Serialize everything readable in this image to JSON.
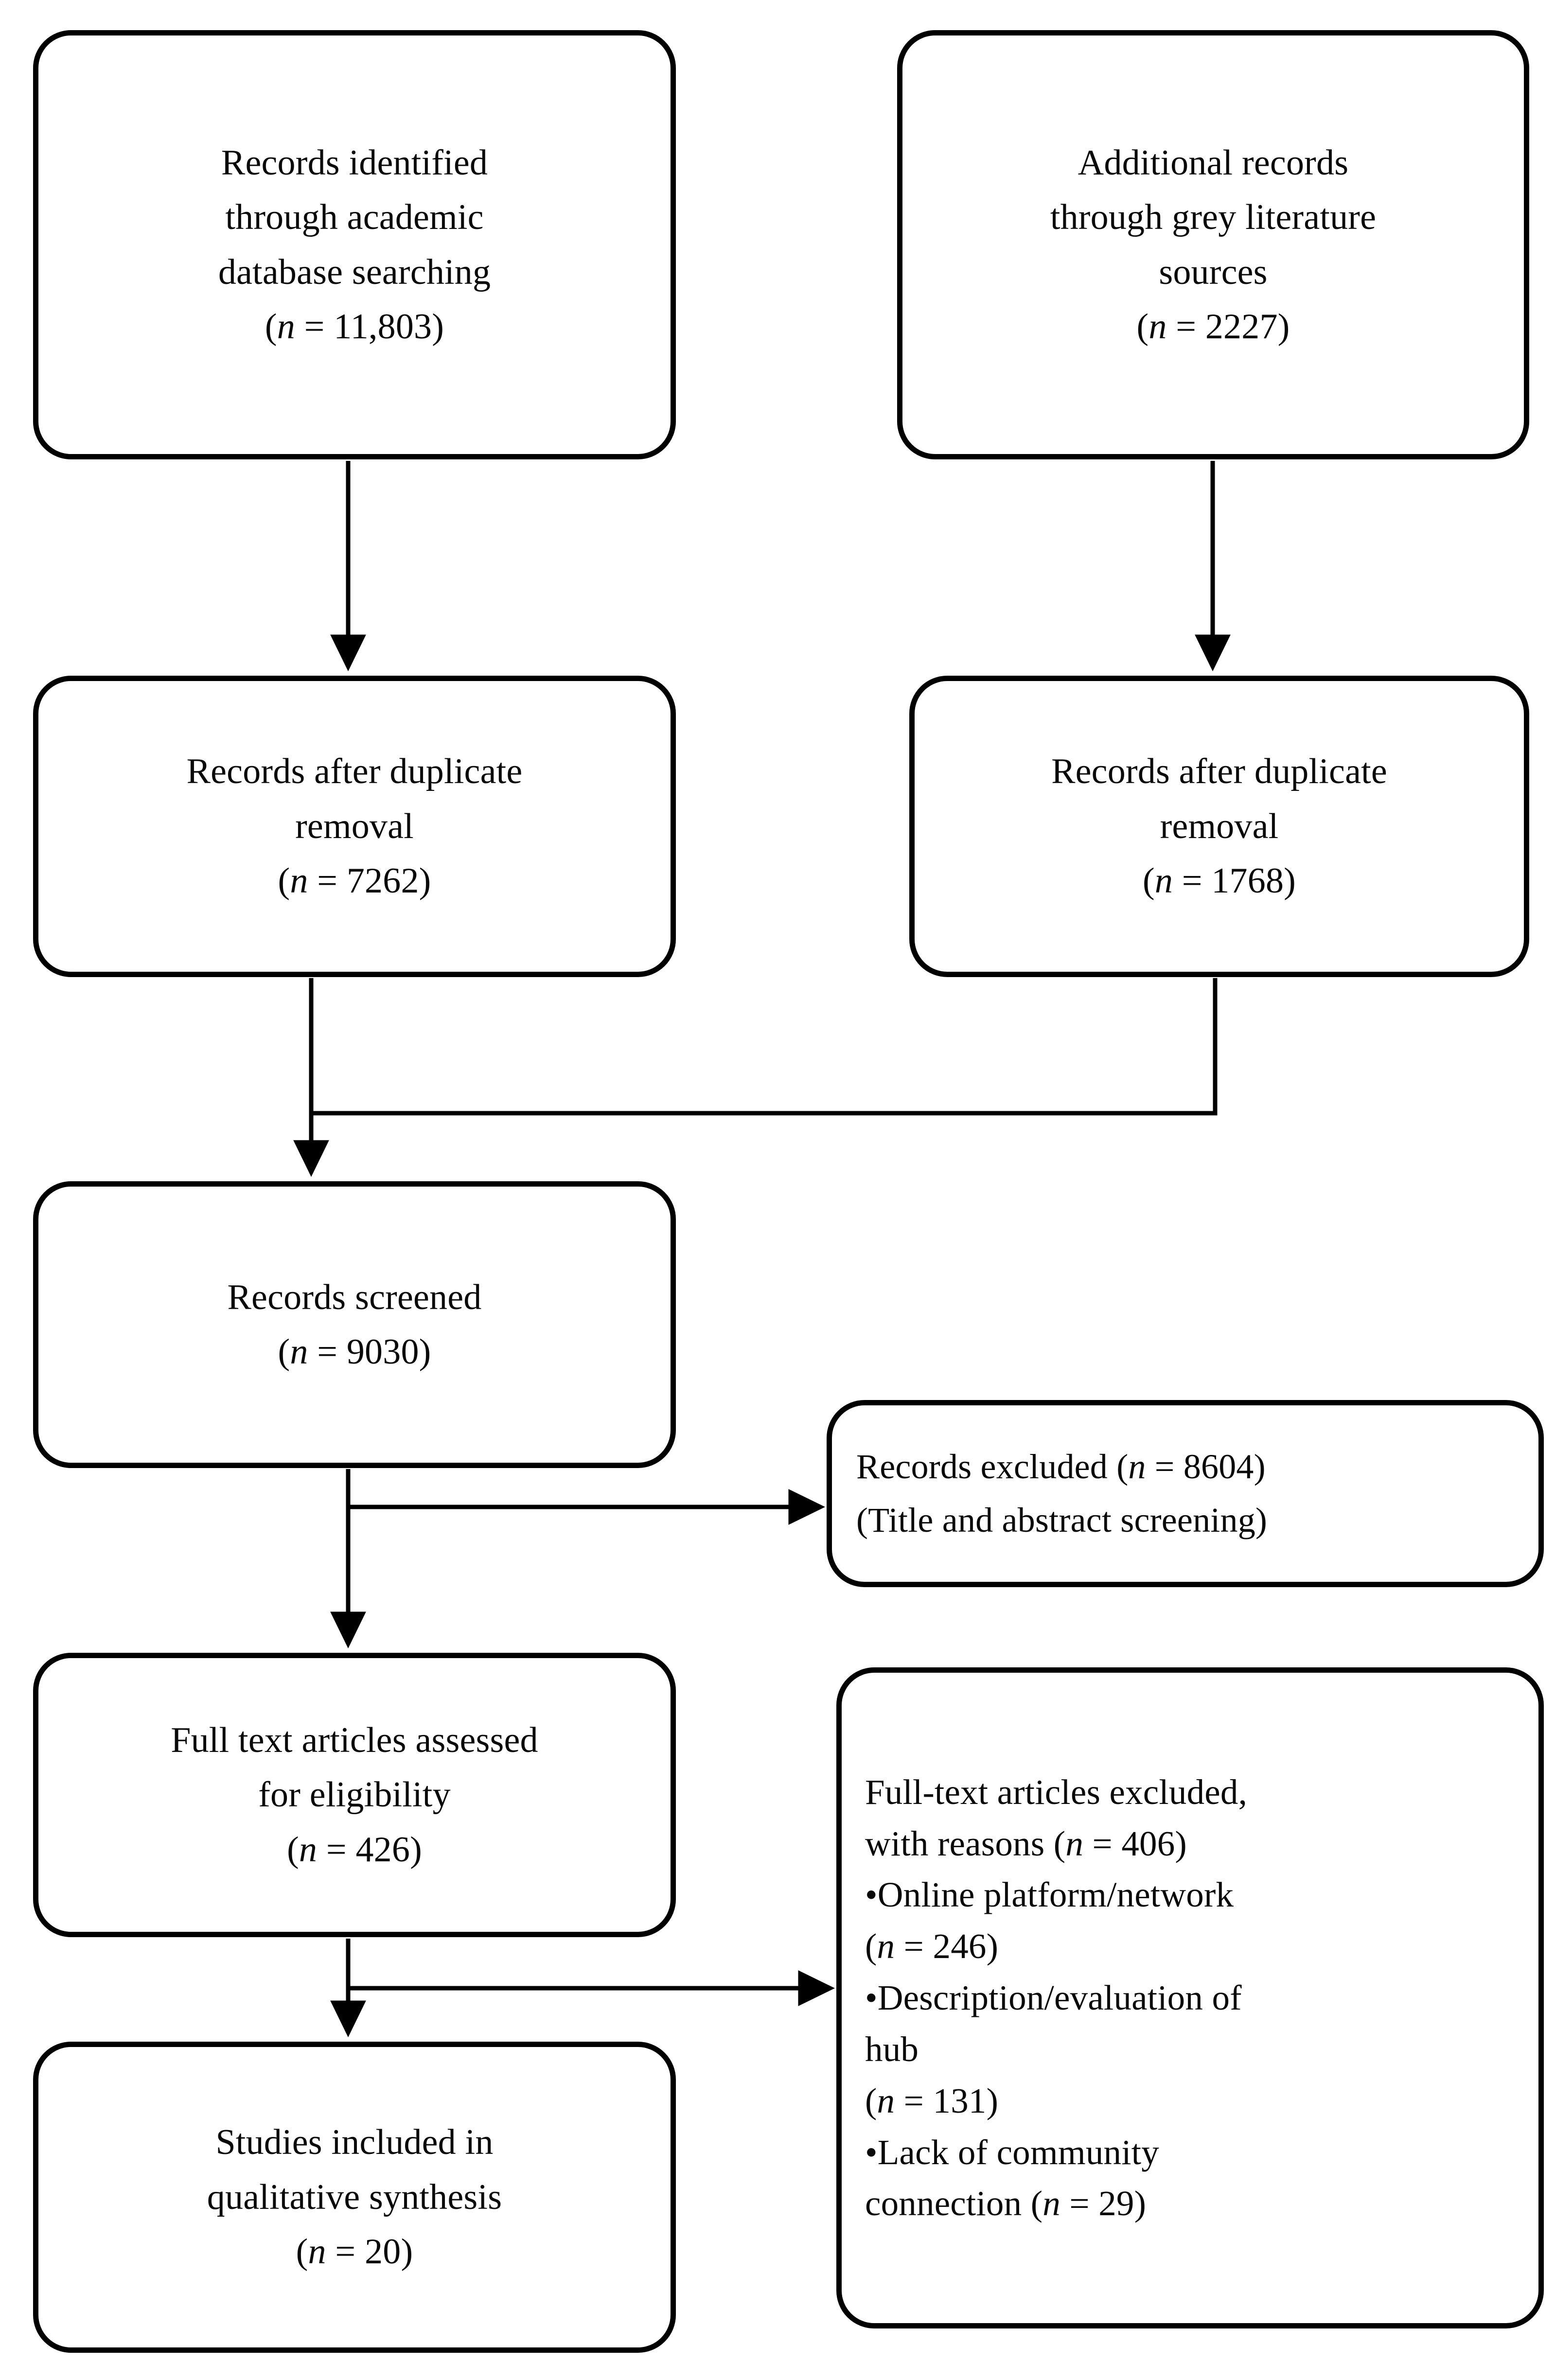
{
  "diagram": {
    "type": "prisma-flow-diagram",
    "title": "PRISMA study selection flow",
    "stroke_color": "#000000",
    "text_color": "#0a0a0a",
    "background_color": "#ffffff"
  },
  "boxes": {
    "identified_academic": {
      "lines": [
        "Records identified",
        "through academic",
        "database searching"
      ],
      "count_prefix": "(",
      "count_n": "n",
      "count_eq": " = ",
      "count_value": "11,803",
      "count_suffix": ")"
    },
    "identified_grey": {
      "lines": [
        "Additional records",
        "through grey literature",
        "sources"
      ],
      "count_prefix": "(",
      "count_n": "n",
      "count_eq": " = ",
      "count_value": "2227",
      "count_suffix": ")"
    },
    "dedup_academic": {
      "lines": [
        "Records after duplicate",
        "removal"
      ],
      "count_prefix": "(",
      "count_n": "n",
      "count_eq": " = ",
      "count_value": "7262",
      "count_suffix": ")"
    },
    "dedup_grey": {
      "lines": [
        "Records after duplicate",
        "removal"
      ],
      "count_prefix": "(",
      "count_n": "n",
      "count_eq": " = ",
      "count_value": "1768",
      "count_suffix": ")"
    },
    "records_screened": {
      "lines": [
        "Records screened"
      ],
      "count_prefix": "(",
      "count_n": "n",
      "count_eq": " = ",
      "count_value": "9030",
      "count_suffix": ")"
    },
    "records_excluded": {
      "line1_pre": "Records excluded (",
      "line1_n": "n",
      "line1_eq": " = ",
      "line1_value": "8604",
      "line1_post": ")",
      "line2": "(Title and abstract screening)"
    },
    "fulltext_assessed": {
      "lines": [
        "Full text articles assessed",
        "for eligibility"
      ],
      "count_prefix": "(",
      "count_n": "n",
      "count_eq": " = ",
      "count_value": "426",
      "count_suffix": ")"
    },
    "fulltext_excluded": {
      "header_line1": "Full-text articles excluded,",
      "header_line2_pre": "with reasons (",
      "header_line2_n": "n",
      "header_line2_eq": " = ",
      "header_line2_value": "406",
      "header_line2_post": ")",
      "reasons": [
        {
          "bullet": "•",
          "label_line1": "Online platform/network",
          "label_line2": "",
          "count_prefix": "(",
          "count_n": "n",
          "count_eq": " = ",
          "count_value": "246",
          "count_suffix": ")",
          "count_inline": false
        },
        {
          "bullet": "•",
          "label_line1": "Description/evaluation of",
          "label_line2": "hub",
          "count_prefix": "(",
          "count_n": "n",
          "count_eq": " = ",
          "count_value": "131",
          "count_suffix": ")",
          "count_inline": false
        },
        {
          "bullet": "•",
          "label_line1": "Lack of community",
          "label_line2": "connection ",
          "count_prefix": "(",
          "count_n": "n",
          "count_eq": " = ",
          "count_value": "29",
          "count_suffix": ")",
          "count_inline": true
        }
      ]
    },
    "studies_included": {
      "lines": [
        "Studies included in",
        "qualitative synthesis"
      ],
      "count_prefix": "(",
      "count_n": "n",
      "count_eq": " = ",
      "count_value": "20",
      "count_suffix": ")"
    }
  },
  "connectors": [
    {
      "name": "academic-identified-to-dedup",
      "kind": "arrow-down"
    },
    {
      "name": "grey-identified-to-dedup",
      "kind": "arrow-down"
    },
    {
      "name": "dedup-merge-to-screened",
      "kind": "merge-arrow-down"
    },
    {
      "name": "screened-to-fulltext",
      "kind": "arrow-down"
    },
    {
      "name": "screened-to-records-excluded",
      "kind": "arrow-right"
    },
    {
      "name": "fulltext-to-included",
      "kind": "arrow-down"
    },
    {
      "name": "fulltext-to-fulltext-excluded",
      "kind": "arrow-right"
    }
  ]
}
